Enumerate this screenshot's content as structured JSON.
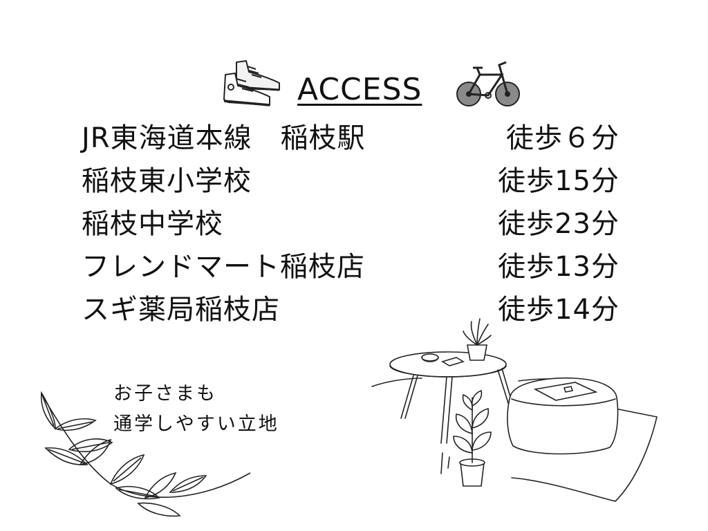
{
  "header": {
    "title": "ACCESS"
  },
  "icons": {
    "left": "sneakers-icon",
    "right": "bicycle-icon"
  },
  "access_list": [
    {
      "place": "JR東海道本線　稲枝駅",
      "time": "徒歩６分"
    },
    {
      "place": "稲枝東小学校",
      "time": "徒歩15分"
    },
    {
      "place": "稲枝中学校",
      "time": "徒歩23分"
    },
    {
      "place": "フレンドマート稲枝店",
      "time": "徒歩13分"
    },
    {
      "place": "スギ薬局稲枝店",
      "time": "徒歩14分"
    }
  ],
  "note": {
    "line1": "お子さまも",
    "line2": "通学しやすい立地"
  },
  "decorations": {
    "bottom_left": "leaf-branch-icon",
    "bottom_right": "table-pouf-plant-illustration"
  }
}
